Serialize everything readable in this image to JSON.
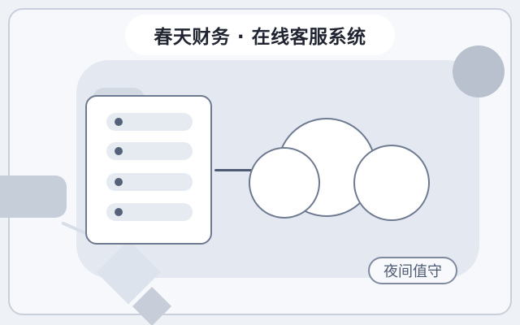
{
  "header": {
    "title": "春天财务 · 在线客服系统"
  },
  "status": {
    "label": "夜间值守"
  },
  "visual": {
    "server_rows": 4
  },
  "icons": {
    "server": "server-icon",
    "cloud": "cloud-icon",
    "connection": "link-line-icon"
  },
  "colors": {
    "background": "#eef1f6",
    "panel": "#e4e9f1",
    "stroke": "#6d7a90",
    "accent": "#4e5b73"
  }
}
